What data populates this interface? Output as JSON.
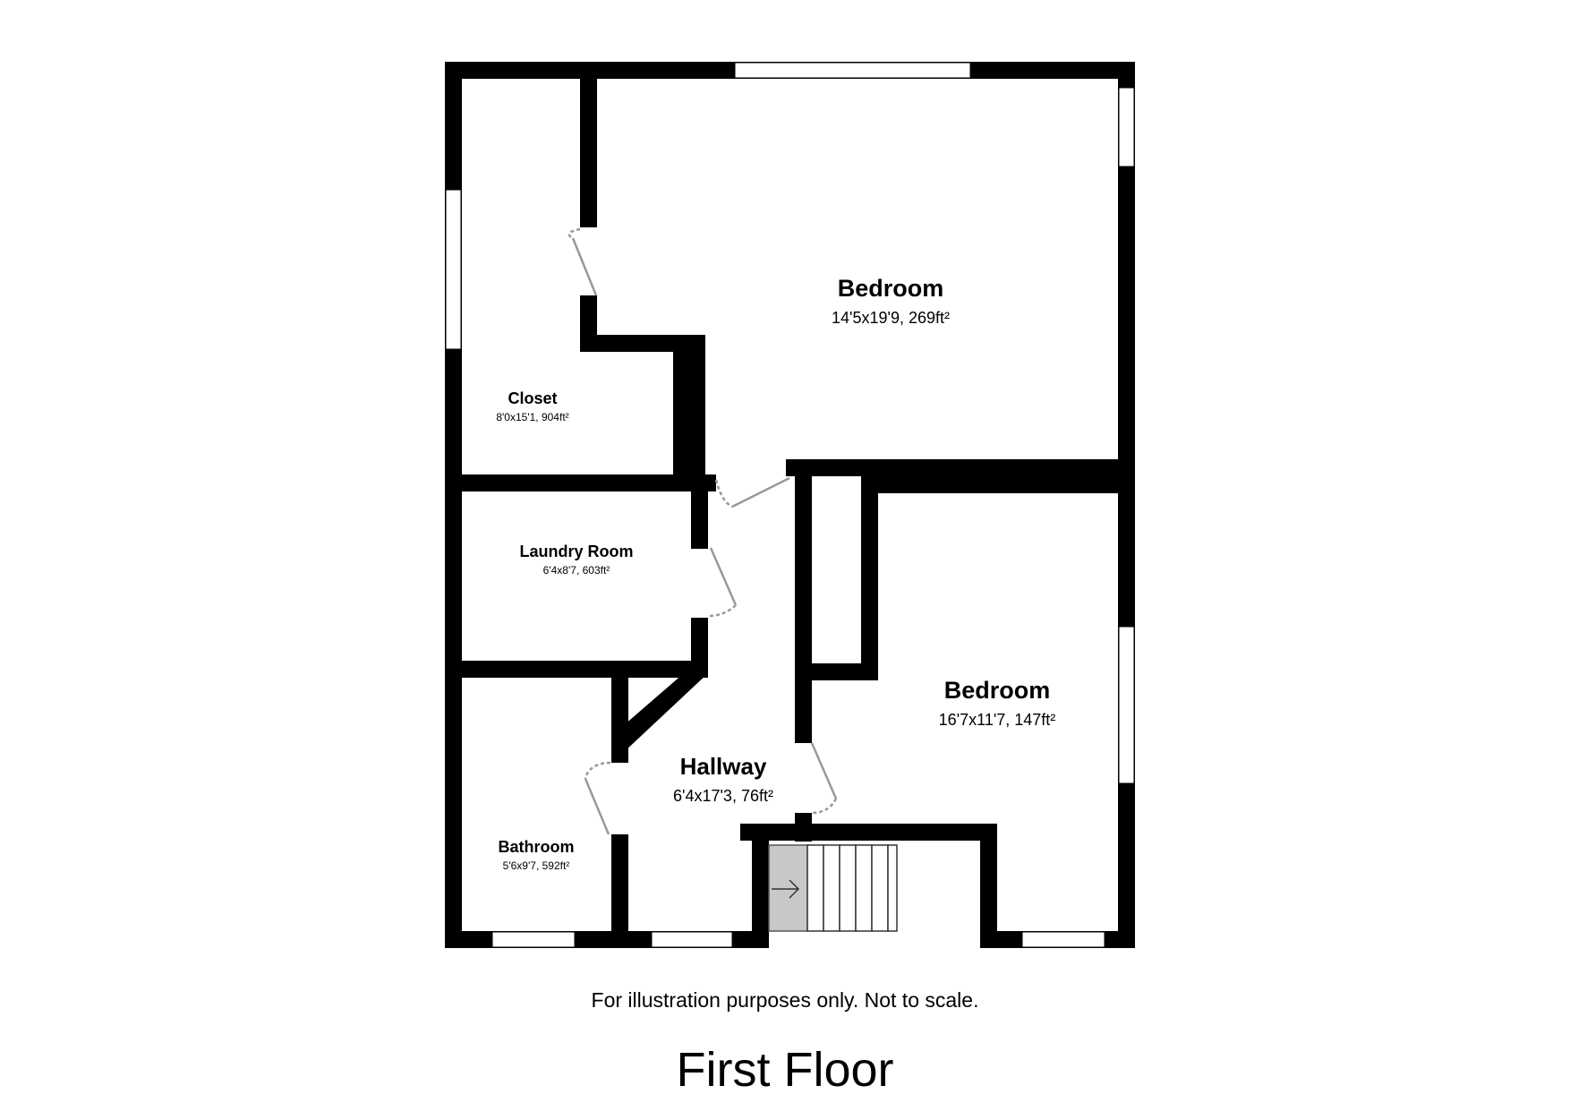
{
  "rooms": [
    {
      "key": "bedroom_main",
      "name": "Bedroom",
      "dimensions": "14'5x19'9, 269ft²"
    },
    {
      "key": "bedroom_second",
      "name": "Bedroom",
      "dimensions": "16'7x11'7, 147ft²"
    },
    {
      "key": "closet",
      "name": "Closet",
      "dimensions": "8'0x15'1, 904ft²"
    },
    {
      "key": "laundry",
      "name": "Laundry Room",
      "dimensions": "6'4x8'7, 603ft²"
    },
    {
      "key": "hallway",
      "name": "Hallway",
      "dimensions": "6'4x17'3, 76ft²"
    },
    {
      "key": "bathroom",
      "name": "Bathroom",
      "dimensions": "5'6x9'7, 592ft²"
    }
  ],
  "footer": {
    "disclaimer": "For illustration purposes only. Not to scale.",
    "floor_title": "First Floor"
  },
  "colors": {
    "wall": "#000000",
    "window": "#ffffff",
    "door_swing": "#999999",
    "stairs_fill": "#c8c8c8",
    "background": "#ffffff"
  },
  "icons": {
    "stairs_direction": "arrow-right-icon"
  }
}
